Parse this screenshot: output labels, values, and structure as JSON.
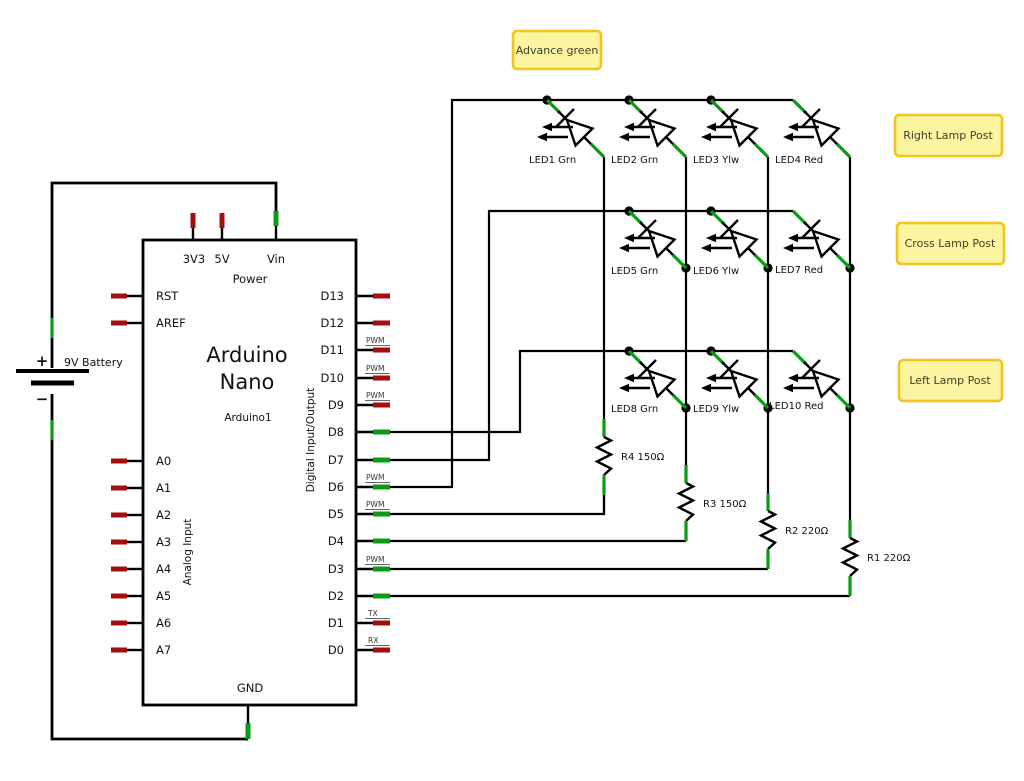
{
  "colors": {
    "wire": "#000000",
    "pin-red": "#a50e0e",
    "pin-green": "#0a9b15",
    "note-bg": "#fbf5a1",
    "note-border": "#f2c41d",
    "note-text": "#3f3f2a",
    "label": "#111111",
    "tag": "#333333"
  },
  "battery": {
    "label": "9V Battery",
    "plus": "+",
    "minus": "−"
  },
  "arduino": {
    "title_line1": "Arduino",
    "title_line2": "Nano",
    "instance_label": "Arduino1",
    "power_group_label": "Power",
    "ground_pin": "GND",
    "digital_group_label": "Digital Input/Output",
    "analog_group_label": "Analog Input",
    "top_pins": [
      {
        "label": "3V3"
      },
      {
        "label": "5V"
      },
      {
        "label": "Vin"
      }
    ],
    "left_pins": [
      {
        "label": "RST"
      },
      {
        "label": "AREF"
      },
      {
        "label": "A0"
      },
      {
        "label": "A1"
      },
      {
        "label": "A2"
      },
      {
        "label": "A3"
      },
      {
        "label": "A4"
      },
      {
        "label": "A5"
      },
      {
        "label": "A6"
      },
      {
        "label": "A7"
      }
    ],
    "right_pins": [
      {
        "label": "D13",
        "tag": ""
      },
      {
        "label": "D12",
        "tag": ""
      },
      {
        "label": "D11",
        "tag": "PWM"
      },
      {
        "label": "D10",
        "tag": "PWM"
      },
      {
        "label": "D9",
        "tag": "PWM"
      },
      {
        "label": "D8",
        "tag": ""
      },
      {
        "label": "D7",
        "tag": ""
      },
      {
        "label": "D6",
        "tag": "PWM"
      },
      {
        "label": "D5",
        "tag": "PWM"
      },
      {
        "label": "D4",
        "tag": ""
      },
      {
        "label": "D3",
        "tag": "PWM"
      },
      {
        "label": "D2",
        "tag": ""
      },
      {
        "label": "D1",
        "tag": "TX"
      },
      {
        "label": "D0",
        "tag": "RX"
      }
    ]
  },
  "leds": [
    {
      "label": "LED1 Grn"
    },
    {
      "label": "LED2 Grn"
    },
    {
      "label": "LED3 Ylw"
    },
    {
      "label": "LED4 Red"
    },
    {
      "label": "LED5 Grn"
    },
    {
      "label": "LED6 Ylw"
    },
    {
      "label": "LED7 Red"
    },
    {
      "label": "LED8 Grn"
    },
    {
      "label": "LED9 Ylw"
    },
    {
      "label": "LED10 Red"
    }
  ],
  "resistors": [
    {
      "label": "R4 150Ω"
    },
    {
      "label": "R3 150Ω"
    },
    {
      "label": "R2 220Ω"
    },
    {
      "label": "R1 220Ω"
    }
  ],
  "notes": [
    {
      "label": "Advance green"
    },
    {
      "label": "Right Lamp Post"
    },
    {
      "label": "Cross Lamp Post"
    },
    {
      "label": "Left Lamp Post"
    }
  ]
}
